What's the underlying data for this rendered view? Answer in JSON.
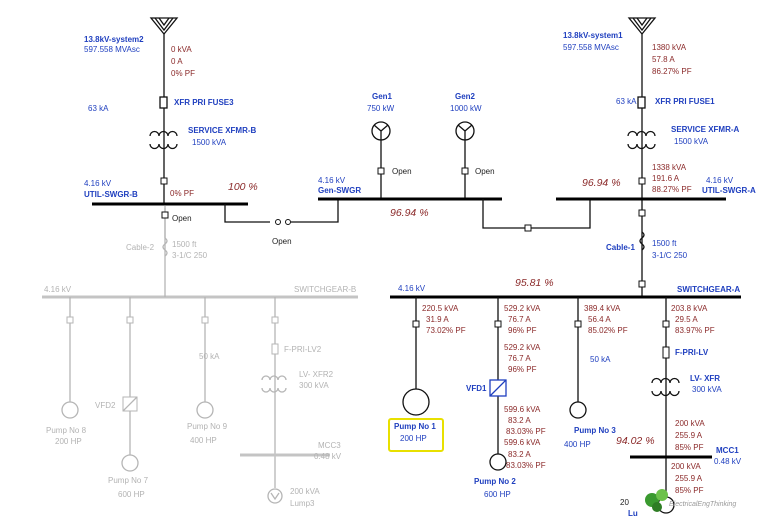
{
  "sources": {
    "system2": {
      "name": "13.8kV-system2",
      "mvasc": "597.558 MVAsc",
      "kva": "0 kVA",
      "amps": "0 A",
      "pf": "0% PF"
    },
    "system1": {
      "name": "13.8kV-system1",
      "mvasc": "597.558 MVAsc",
      "kva": "1380 kVA",
      "amps": "57.8 A",
      "pf": "86.27% PF"
    }
  },
  "fuses": {
    "fuse3": "XFR PRI FUSE3",
    "fuse3_ka": "63 kA",
    "fuse1": "XFR PRI FUSE1",
    "fuse1_ka": "63 kA",
    "fpri_lv": "F-PRI-LV",
    "fpri_lv2": "F-PRI-LV2"
  },
  "transformers": {
    "xfmr_b": {
      "name": "SERVICE XFMR-B",
      "rating": "1500 kVA"
    },
    "xfmr_a": {
      "name": "SERVICE XFMR-A",
      "rating": "1500 kVA"
    },
    "lv_xfr": {
      "name": "LV- XFR",
      "rating": "300 kVA"
    },
    "lv_xfr2": {
      "name": "LV- XFR2",
      "rating": "300 kVA"
    }
  },
  "flows": {
    "xfmr_b_sec": {
      "pf": "0% PF"
    },
    "xfmr_a_sec": {
      "kva": "1338 kVA",
      "amps": "191.6 A",
      "pf": "88.27% PF"
    },
    "pump1": {
      "kva": "220.5 kVA",
      "amps": "31.9 A",
      "pf": "73.02% PF"
    },
    "pump2_feed": {
      "kva": "529.2 kVA",
      "amps": "76.7 A",
      "pf": "96% PF"
    },
    "pump2_vfd_in": {
      "kva": "529.2 kVA",
      "amps": "76.7 A",
      "pf": "96% PF"
    },
    "pump2_vfd_out": {
      "kva": "599.6 kVA",
      "amps": "83.2 A",
      "pf": "83.03% PF"
    },
    "pump2_motor": {
      "kva": "599.6 kVA",
      "amps": "83.2 A",
      "pf": "83.03% PF"
    },
    "pump3": {
      "kva": "389.4 kVA",
      "amps": "56.4 A",
      "pf": "85.02% PF"
    },
    "lv_feed": {
      "kva": "203.8 kVA",
      "amps": "29.5 A",
      "pf": "83.97% PF"
    },
    "lv_sec": {
      "kva": "200 kVA",
      "amps": "255.9 A",
      "pf": "85% PF"
    },
    "lump": {
      "kva": "200 kVA",
      "amps": "255.9 A",
      "pf": "85% PF"
    }
  },
  "buses": {
    "util_b": {
      "name": "UTIL-SWGR-B",
      "kv": "4.16 kV",
      "pct": "100 %"
    },
    "util_a": {
      "name": "UTIL-SWGR-A",
      "kv": "4.16 kV",
      "pct": "96.94 %"
    },
    "gen": {
      "name": "Gen-SWGR",
      "kv": "4.16 kV",
      "pct": "96.94 %"
    },
    "swgr_a": {
      "name": "SWITCHGEAR-A",
      "kv": "4.16 kV",
      "pct": "95.81 %"
    },
    "swgr_b": {
      "name": "SWITCHGEAR-B",
      "kv": "4.16 kV"
    },
    "mcc1": {
      "name": "MCC1",
      "kv": "0.48 kV",
      "pct": "94.02 %"
    },
    "mcc3": {
      "name": "MCC3",
      "kv": "0.48 kV"
    }
  },
  "generators": {
    "gen1": {
      "name": "Gen1",
      "rating": "750 kW",
      "status": "Open"
    },
    "gen2": {
      "name": "Gen2",
      "rating": "1000 kW",
      "status": "Open"
    }
  },
  "switches": {
    "util_b_open": "Open",
    "tie_open": "Open"
  },
  "cables": {
    "cable1": {
      "name": "Cable-1",
      "length": "1500 ft",
      "size": "3-1/C 250"
    },
    "cable2": {
      "name": "Cable-2",
      "length": "1500 ft",
      "size": "3-1/C 250"
    }
  },
  "loads": {
    "pump1": {
      "name": "Pump No 1",
      "hp": "200 HP"
    },
    "pump2": {
      "name": "Pump No 2",
      "hp": "600 HP"
    },
    "pump3": {
      "name": "Pump No 3",
      "hp": "400 HP",
      "ka": "50 kA"
    },
    "pump7": {
      "name": "Pump No 7",
      "hp": "600 HP"
    },
    "pump8": {
      "name": "Pump No 8",
      "hp": "200 HP"
    },
    "pump9": {
      "name": "Pump No 9",
      "hp": "400 HP",
      "ka": "50 kA"
    },
    "lump3": {
      "name": "Lump3",
      "kva": "200 kVA"
    },
    "lump1_partial_kva": "20",
    "lump1_partial_name": "Lu"
  },
  "drives": {
    "vfd1": "VFD1",
    "vfd2": "VFD2"
  },
  "watermark": "ElectricalEngThinking",
  "colors": {
    "label_blue": "#1f3fbf",
    "value_red": "#8b2a2a",
    "selection": "#e8e000",
    "grey_out": "#b5b5b5"
  }
}
